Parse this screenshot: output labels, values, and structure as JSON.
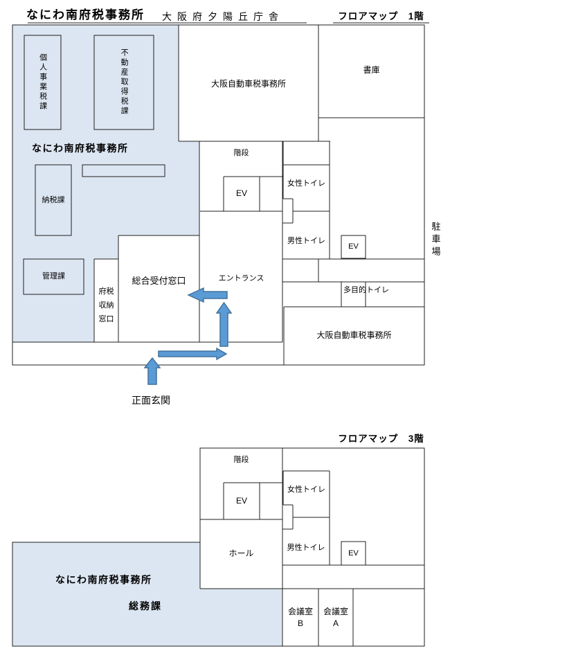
{
  "title": {
    "office": "なにわ南府税事務所",
    "building": "大阪府夕陽丘庁舎"
  },
  "floor1": {
    "map_title": "フロアマップ　1階",
    "rooms": {
      "kojin_jigyo": "個人事業税課",
      "fudosan_shutoku": "不動産取得税課",
      "office_area": "なにわ南府税事務所",
      "nozei": "納税課",
      "kanri": "管理課",
      "fuzei_shuno": "府税\n収納\n窓口",
      "sogo_uketsuke": "総合受付窓口",
      "entrance": "エントランス",
      "kaidan": "階段",
      "ev": "EV",
      "josei_toilet": "女性トイレ",
      "dansei_toilet": "男性トイレ",
      "ev2": "EV",
      "tamokuteki_toilet": "多目的トイレ",
      "jidosha_north": "大阪自動車税事務所",
      "shoko": "書庫",
      "jidosha_south": "大阪自動車税事務所"
    },
    "outside": {
      "parking": "駐車場",
      "main_entrance": "正面玄関"
    }
  },
  "floor3": {
    "map_title": "フロアマップ　3階",
    "rooms": {
      "kaidan": "階段",
      "ev": "EV",
      "josei_toilet": "女性トイレ",
      "dansei_toilet": "男性トイレ",
      "ev2": "EV",
      "hall": "ホール",
      "kaigi_b": "会議室\nB",
      "kaigi_a": "会議室\nA",
      "office_area": "なにわ南府税事務所",
      "somu": "総務課"
    }
  },
  "colors": {
    "area_fill": "#dce6f2",
    "arrow_fill": "#5b9bd5",
    "arrow_stroke": "#41719c",
    "wall": "#1f1f1f"
  }
}
